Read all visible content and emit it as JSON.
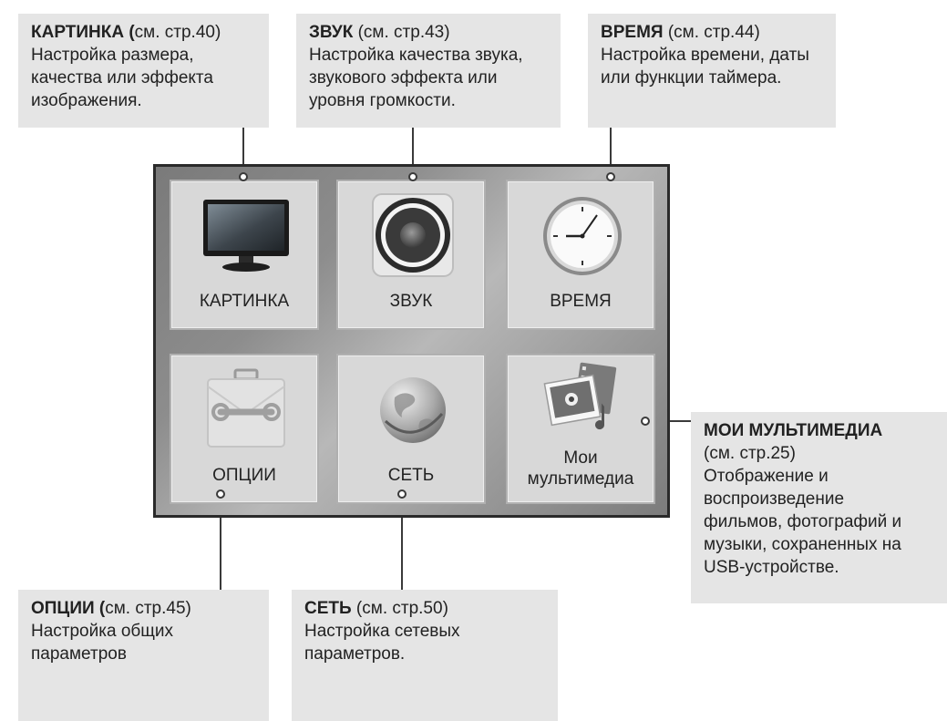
{
  "callouts": {
    "picture": {
      "title": "КАРТИНКА (",
      "ref": "см. стр.40)",
      "desc": [
        "Настройка размера,",
        "качества или эффекта",
        "изображения."
      ]
    },
    "sound": {
      "title": "ЗВУК",
      "ref": " (см. стр.43)",
      "desc": [
        "Настройка качества звука,",
        "звукового эффекта или",
        "уровня громкости."
      ]
    },
    "time": {
      "title": "ВРЕМЯ",
      "ref": " (см. стр.44)",
      "desc": [
        "Настройка времени, даты",
        "или функции таймера."
      ]
    },
    "media": {
      "title": "МОИ МУЛЬТИМЕДИА",
      "ref": "(см. стр.25)",
      "desc": [
        "Отображение и",
        "воспроизведение",
        "фильмов, фотографий и",
        "музыки, сохраненных на",
        "USB-устройстве."
      ]
    },
    "options": {
      "title": "ОПЦИИ (",
      "ref": "см. стр.45)",
      "desc": [
        "Настройка общих",
        "параметров"
      ]
    },
    "network": {
      "title": "СЕТЬ",
      "ref": " (см. стр.50)",
      "desc": [
        "Настройка сетевых",
        "параметров."
      ]
    }
  },
  "menu": {
    "picture": "КАРТИНКА",
    "sound": "ЗВУК",
    "time": "ВРЕМЯ",
    "options": "ОПЦИИ",
    "network": "СЕТЬ",
    "media": [
      "Мои",
      "мультимедиа"
    ]
  }
}
